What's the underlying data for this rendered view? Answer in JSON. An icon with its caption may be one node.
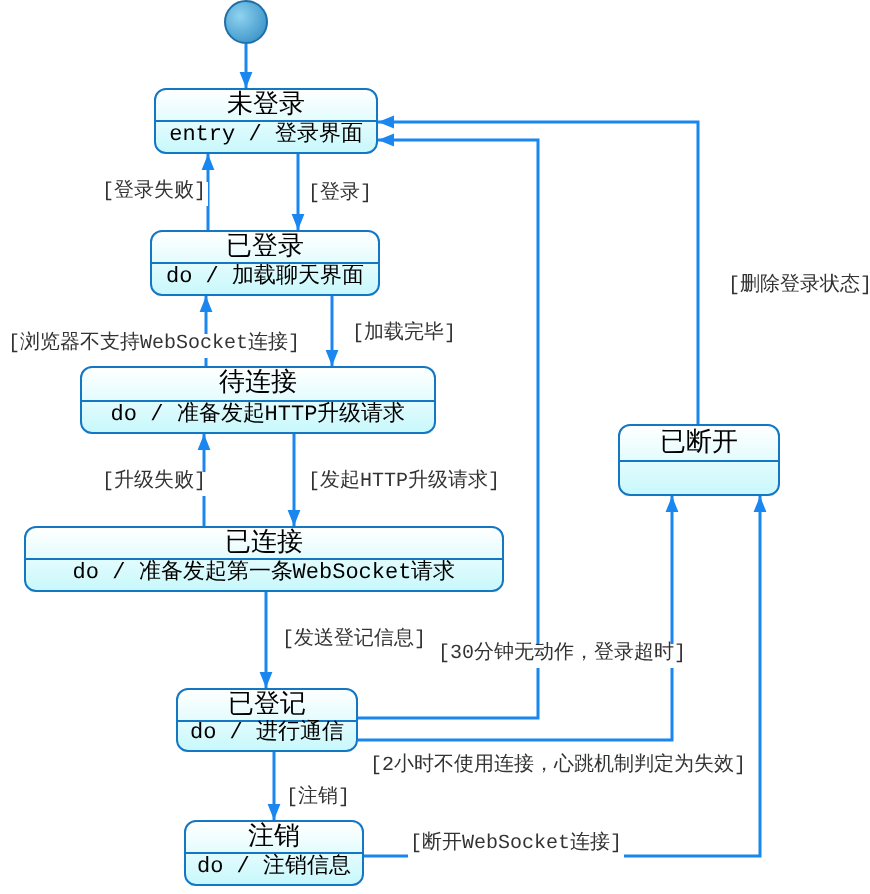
{
  "diagram": {
    "nodes": [
      {
        "text": [],
        "shape": "circle"
      },
      {
        "text": [
          "未登录",
          "entry / 登录界面"
        ]
      },
      {
        "text": [
          "已登录",
          "do / 加载聊天界面"
        ]
      },
      {
        "text": [
          "待连接",
          "do / 准备发起HTTP升级请求"
        ]
      },
      {
        "text": [
          "已连接",
          "do / 准备发起第一条WebSocket请求"
        ]
      },
      {
        "text": [
          "已登记",
          "do / 进行通信"
        ]
      },
      {
        "text": [
          "注销",
          "do / 注销信息"
        ]
      },
      {
        "text": [
          "已断开"
        ]
      }
    ],
    "edges": [
      {
        "from": 0,
        "to": 1,
        "arrow": "to"
      },
      {
        "from": 1,
        "to": 2,
        "arrow": "to",
        "label": "[登录]"
      },
      {
        "from": 2,
        "to": 1,
        "arrow": "to",
        "label": "[登录失败]"
      },
      {
        "from": 2,
        "to": 3,
        "arrow": "to",
        "label": "[加载完毕]"
      },
      {
        "from": 3,
        "to": 2,
        "arrow": "to",
        "label": "[浏览器不支持WebSocket连接]"
      },
      {
        "from": 3,
        "to": 4,
        "arrow": "to",
        "label": "[发起HTTP升级请求]"
      },
      {
        "from": 4,
        "to": 3,
        "arrow": "to",
        "label": "[升级失败]"
      },
      {
        "from": 4,
        "to": 5,
        "arrow": "to",
        "label": "[发送登记信息]"
      },
      {
        "from": 5,
        "to": 1,
        "arrow": "to",
        "label": "[30分钟无动作，登录超时]"
      },
      {
        "from": 5,
        "to": 7,
        "arrow": "to",
        "label": "[2小时不使用连接，心跳机制判定为失效]"
      },
      {
        "from": 5,
        "to": 6,
        "arrow": "to",
        "label": "[注销]"
      },
      {
        "from": 6,
        "to": 7,
        "arrow": "to",
        "label": "[断开WebSocket连接]"
      },
      {
        "from": 7,
        "to": 1,
        "arrow": "to",
        "label": "[删除登录状态]"
      }
    ]
  }
}
